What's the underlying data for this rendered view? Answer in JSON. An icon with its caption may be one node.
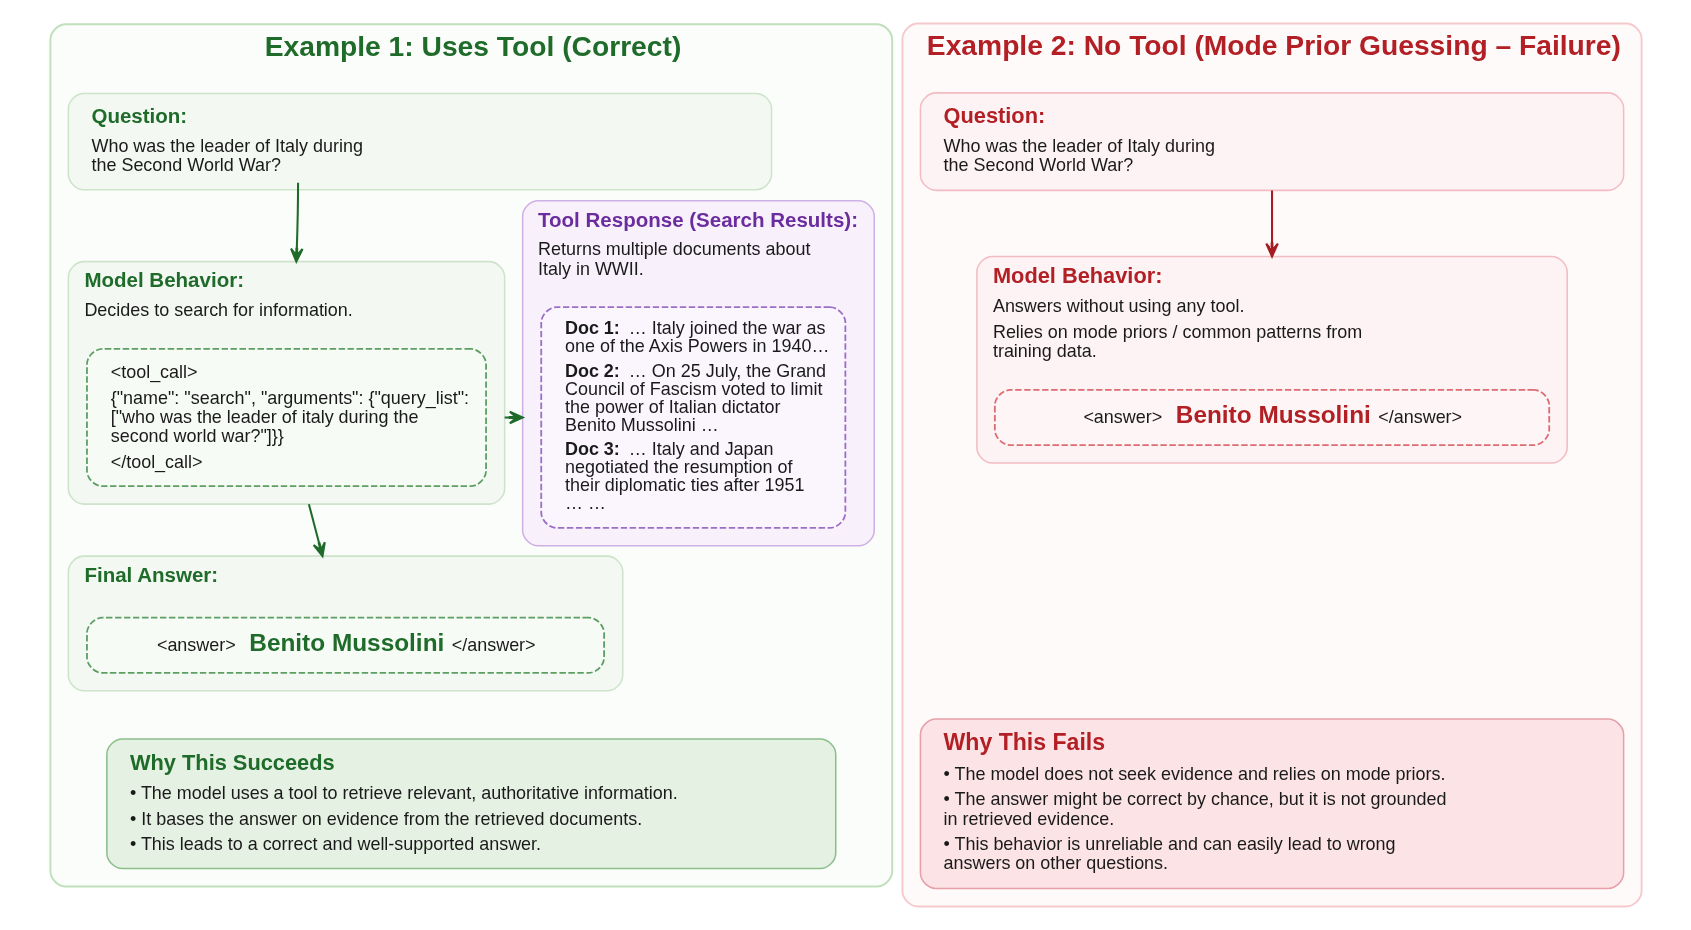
{
  "diagram": {
    "nodes": [
      {
        "text": [
          "Example 1: Uses Tool (Correct)"
        ]
      },
      {
        "text": [
          "Question:",
          "Who was the leader of Italy during the Second World War?"
        ],
        "in": 0
      },
      {
        "text": [
          "Model Behavior:",
          "Decides to search for information."
        ],
        "in": 0
      },
      {
        "text": [
          "<tool_call>",
          "{\"name\": \"search\", \"arguments\": {\"query_list\": [\"who was the leader of italy during the second world war?\"]}}",
          "</tool_call>"
        ],
        "in": 2
      },
      {
        "text": [
          "Tool Response (Search Results):",
          "Returns multiple documents about Italy in WWII."
        ],
        "in": 0
      },
      {
        "text": [
          "**Doc 1:** … Italy joined the war as one of the Axis Powers in 1940…",
          "**Doc 2:** … On 25 July, the Grand Council of Fascism voted to limit the power of Italian dictator Benito Mussolini …",
          "**Doc 3:** … Italy and Japan negotiated the resumption of their diplomatic ties after 1951 … …"
        ],
        "in": 4
      },
      {
        "text": [
          "Final Answer:"
        ],
        "in": 0
      },
      {
        "text": [
          "<answer> **Benito Mussolini** </answer>"
        ],
        "in": 6
      },
      {
        "text": [
          "Why This Succeeds",
          "• The model uses a tool to retrieve relevant, authoritative information.",
          "• It bases the answer on evidence from the retrieved documents.",
          "• This leads to a correct and well-supported answer."
        ],
        "in": 0
      },
      {
        "text": [
          "Example 2: No Tool (Mode Prior Guessing – Failure)"
        ]
      },
      {
        "text": [
          "Question:",
          "Who was the leader of Italy during the Second World War?"
        ],
        "in": 9
      },
      {
        "text": [
          "Model Behavior:",
          "Answers without using any tool.",
          "Relies on mode priors / common patterns from training data."
        ],
        "in": 9
      },
      {
        "text": [
          "<answer> **Benito Mussolini** </answer>"
        ],
        "in": 11
      },
      {
        "text": [
          "Why This Fails",
          "• The model does not seek evidence and relies on mode priors.",
          "• The answer might be correct by chance, but it is not grounded in retrieved evidence.",
          "• This behavior is unreliable and can easily lead to wrong answers on other questions."
        ],
        "in": 9
      }
    ],
    "edges": [
      {
        "from": 1,
        "to": 2,
        "arrow": "to"
      },
      {
        "from": 2,
        "to": 4,
        "arrow": "to"
      },
      {
        "from": 2,
        "to": 6,
        "arrow": "to"
      },
      {
        "from": 10,
        "to": 11,
        "arrow": "to",
        "color": "#a51d22"
      }
    ]
  }
}
